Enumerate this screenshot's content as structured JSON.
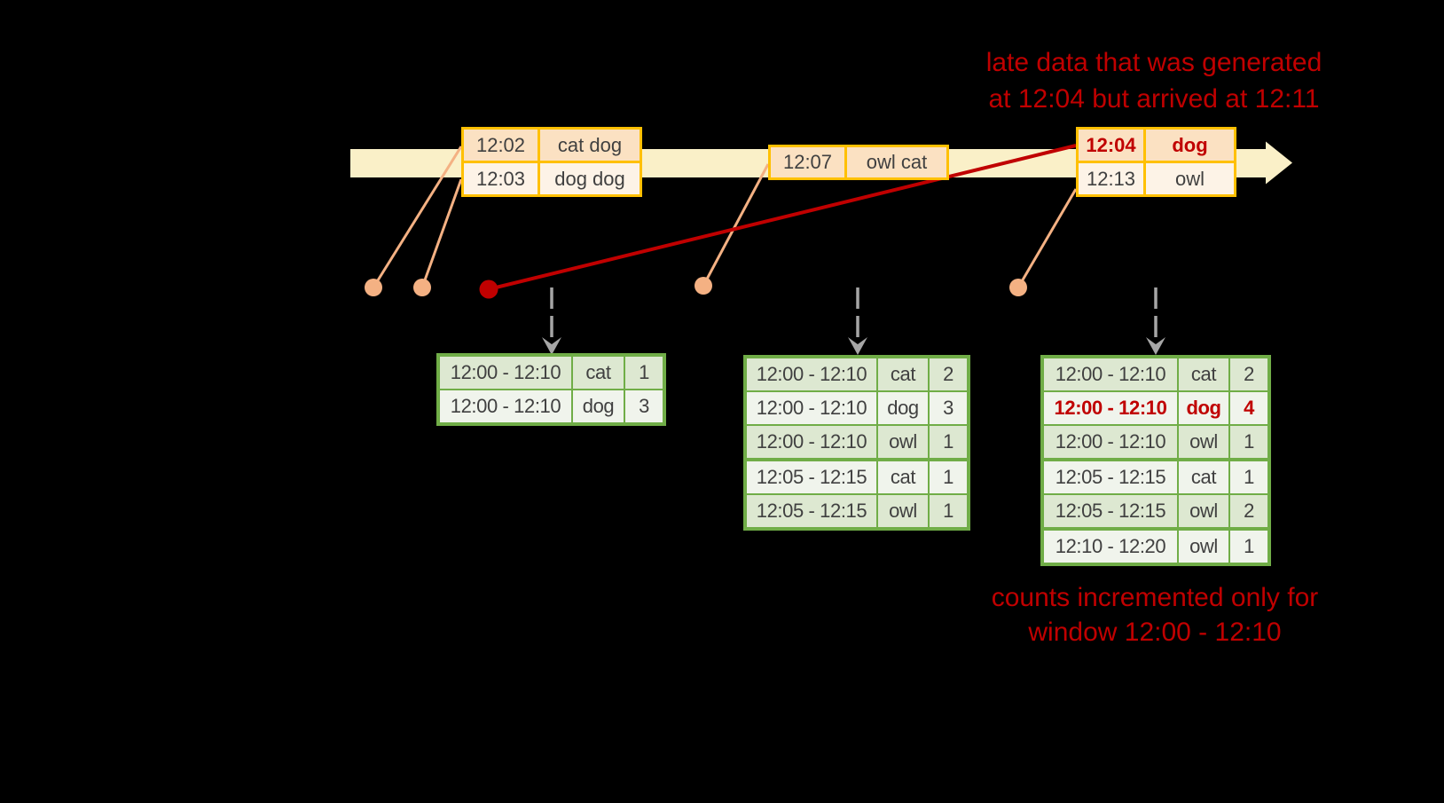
{
  "colors": {
    "background": "#000000",
    "band": "#FAF0C8",
    "gold_border": "#FFC000",
    "peach_fill": "#FBE1C2",
    "cream_fill": "#FDF3E7",
    "peach_dot": "#F4B183",
    "red": "#C00000",
    "gray_arrow": "#A6A6A6",
    "green_border": "#70AD47",
    "green_fill_dark": "#DDE8D1",
    "green_fill_light": "#F0F4EC",
    "text_dark": "#404040"
  },
  "annotations": {
    "late_data": {
      "line1": "late data that was generated",
      "line2": "at 12:04 but arrived at 12:11"
    },
    "counts": {
      "line1": "counts incremented only for",
      "line2": "window 12:00 - 12:10"
    }
  },
  "event_tables": [
    {
      "rows": [
        {
          "time": "12:02",
          "words": "cat dog"
        },
        {
          "time": "12:03",
          "words": "dog dog"
        }
      ]
    },
    {
      "rows": [
        {
          "time": "12:07",
          "words": "owl cat"
        }
      ]
    },
    {
      "rows": [
        {
          "time": "12:04",
          "words": "dog",
          "late": true
        },
        {
          "time": "12:13",
          "words": "owl"
        }
      ]
    }
  ],
  "result_tables": [
    {
      "groups": [
        {
          "rows": [
            {
              "window": "12:00 - 12:10",
              "word": "cat",
              "count": "1"
            },
            {
              "window": "12:00 - 12:10",
              "word": "dog",
              "count": "3"
            }
          ]
        }
      ]
    },
    {
      "groups": [
        {
          "rows": [
            {
              "window": "12:00 - 12:10",
              "word": "cat",
              "count": "2"
            },
            {
              "window": "12:00 - 12:10",
              "word": "dog",
              "count": "3"
            },
            {
              "window": "12:00 - 12:10",
              "word": "owl",
              "count": "1"
            }
          ]
        },
        {
          "rows": [
            {
              "window": "12:05 - 12:15",
              "word": "cat",
              "count": "1"
            },
            {
              "window": "12:05 - 12:15",
              "word": "owl",
              "count": "1"
            }
          ]
        }
      ]
    },
    {
      "groups": [
        {
          "rows": [
            {
              "window": "12:00 - 12:10",
              "word": "cat",
              "count": "2"
            },
            {
              "window": "12:00 - 12:10",
              "word": "dog",
              "count": "4",
              "late": true
            },
            {
              "window": "12:00 - 12:10",
              "word": "owl",
              "count": "1"
            }
          ]
        },
        {
          "rows": [
            {
              "window": "12:05 - 12:15",
              "word": "cat",
              "count": "1"
            },
            {
              "window": "12:05 - 12:15",
              "word": "owl",
              "count": "2"
            }
          ]
        },
        {
          "rows": [
            {
              "window": "12:10 - 12:20",
              "word": "owl",
              "count": "1"
            }
          ]
        }
      ]
    }
  ]
}
